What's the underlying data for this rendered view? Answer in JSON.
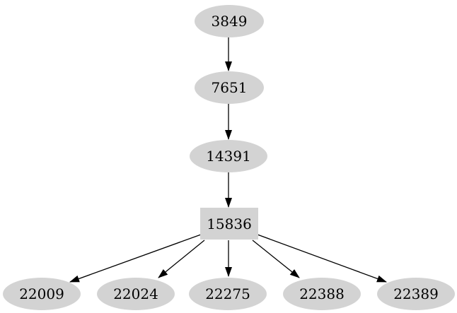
{
  "graph": {
    "title": "dependency-tree",
    "background_color": "#ffffff",
    "node_fill_color": "#d3d3d3",
    "node_text_color": "#000000",
    "edge_color": "#000000",
    "nodes": [
      {
        "id": "3849",
        "label": "3849",
        "shape": "ellipse"
      },
      {
        "id": "7651",
        "label": "7651",
        "shape": "ellipse"
      },
      {
        "id": "14391",
        "label": "14391",
        "shape": "ellipse"
      },
      {
        "id": "15836",
        "label": "15836",
        "shape": "box"
      },
      {
        "id": "22009",
        "label": "22009",
        "shape": "ellipse"
      },
      {
        "id": "22024",
        "label": "22024",
        "shape": "ellipse"
      },
      {
        "id": "22275",
        "label": "22275",
        "shape": "ellipse"
      },
      {
        "id": "22388",
        "label": "22388",
        "shape": "ellipse"
      },
      {
        "id": "22389",
        "label": "22389",
        "shape": "ellipse"
      }
    ],
    "edges": [
      {
        "from": "3849",
        "to": "7651"
      },
      {
        "from": "7651",
        "to": "14391"
      },
      {
        "from": "14391",
        "to": "15836"
      },
      {
        "from": "15836",
        "to": "22009"
      },
      {
        "from": "15836",
        "to": "22024"
      },
      {
        "from": "15836",
        "to": "22275"
      },
      {
        "from": "15836",
        "to": "22388"
      },
      {
        "from": "15836",
        "to": "22389"
      }
    ]
  }
}
